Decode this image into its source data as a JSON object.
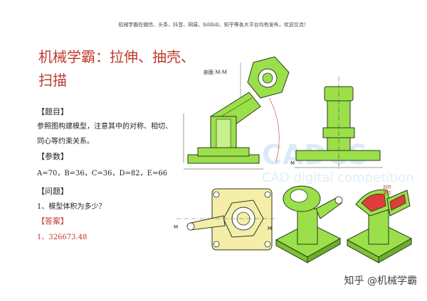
{
  "header_note": "机械学霸在微信、头条、抖音、网易、bilibili、知乎等各大平台均有发布，欢迎交流！",
  "title_line1": "机械学霸：拉伸、抽壳、",
  "title_line2": "扫描",
  "sections": {
    "problem_heading": "【题目】",
    "problem_text_1": "参照图构建模型，注意其中的对称、相切、",
    "problem_text_2": "同心等约束关系。",
    "params_heading": "【参数】",
    "params_text": "A=70，B=36，C=36，D=82，E=66",
    "question_heading": "【问题】",
    "question_text": "1、模型体积为多少？",
    "answer_heading": "【答案】",
    "answer_text": "1、326673.48"
  },
  "drawing": {
    "section_label": "剖面 M-M",
    "m_label": "M",
    "cut_label_1": "剖开",
    "cut_label_2": "显示",
    "bg_text_1": "CADCS",
    "bg_text_2": "CAD digital competition"
  },
  "watermark": "知乎 @机械学霸",
  "colors": {
    "red": "#c0392b",
    "green": "#9be04a",
    "outline": "#2b3a1e"
  }
}
